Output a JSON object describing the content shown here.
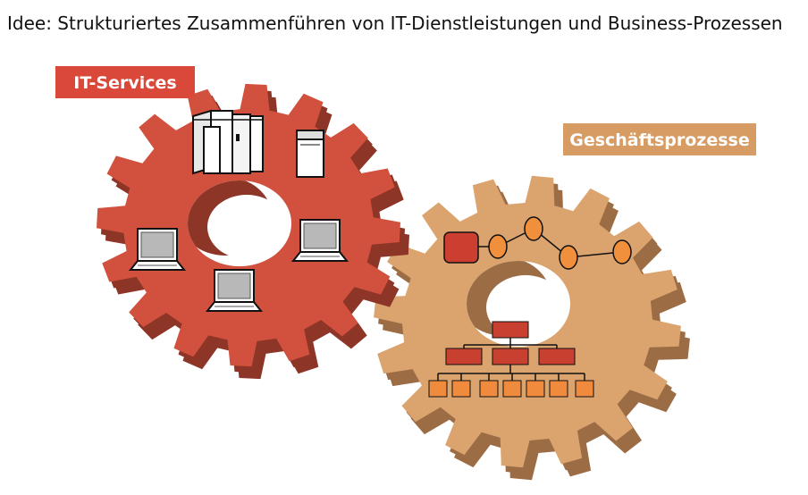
{
  "title": "Idee: Strukturiertes Zusammenführen von IT-Dienstleistungen und Business-Prozessen",
  "labels": {
    "it_services": "IT-Services",
    "business_processes": "Geschäftsprozesse"
  },
  "colors": {
    "red_gear": "#d1513e",
    "red_gear_side": "#8d3527",
    "tan_gear": "#dba36e",
    "tan_gear_side": "#9c6d45",
    "red_label": "#d94838",
    "tan_label": "#d69c64",
    "process_node": "#f0903c",
    "process_start": "#cc3e30",
    "org_box": "#c8402f",
    "org_leaf": "#f08a3c"
  },
  "icons": [
    "server-rack-icon",
    "server-tower-icon",
    "laptop-icon",
    "process-chain-icon",
    "org-chart-icon"
  ]
}
